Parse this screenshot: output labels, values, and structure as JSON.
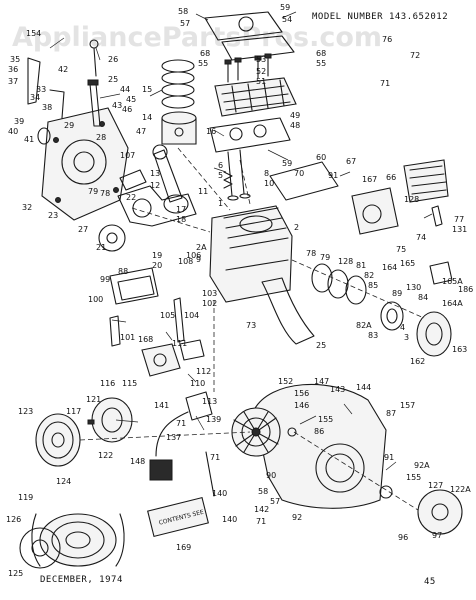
{
  "watermark": "AppliancePartsPros.com",
  "header": {
    "model_label": "MODEL NUMBER 143.652012"
  },
  "footer": {
    "date_label": "DECEMBER, 1974",
    "page_code": "45"
  },
  "decal_text": "CONTENTS SEE",
  "callouts": {
    "c59": "59",
    "c58": "58",
    "c57": "57",
    "c54": "54",
    "c26": "26",
    "c25": "25",
    "c154": "154",
    "c35": "35",
    "c36": "36",
    "c37": "37",
    "c33": "33",
    "c34": "34",
    "c42": "42",
    "c38": "38",
    "c40": "40",
    "c39": "39",
    "c41": "41",
    "c29": "29",
    "c32": "32",
    "c23": "23",
    "c27": "27",
    "c79": "79",
    "c78": "78",
    "c44": "44",
    "c45": "45",
    "c46": "46",
    "c43": "43",
    "c14": "14",
    "c47": "47",
    "c28": "28",
    "c107": "107",
    "c15": "15",
    "c16": "16",
    "c68": "68",
    "c55": "55",
    "c53": "53",
    "c52": "52",
    "c51": "51",
    "c49": "49",
    "c48": "48",
    "c68b": "68",
    "c55b": "55",
    "c72": "72",
    "c71": "71",
    "c76": "76",
    "c6": "6",
    "c5": "5",
    "c8": "8",
    "c10": "10",
    "c13": "13",
    "c12": "12",
    "c11": "11",
    "c22": "22",
    "c17": "17",
    "c18": "18",
    "c19": "19",
    "c20": "20",
    "c21": "21",
    "c1": "1",
    "c2": "2",
    "c2A": "2A",
    "c60": "60",
    "c59b": "59",
    "c70": "70",
    "c91": "91",
    "c67": "67",
    "c167": "167",
    "c66": "66",
    "c128": "128",
    "c77": "77",
    "c131": "131",
    "c74": "74",
    "c75": "75",
    "c164": "164",
    "c165": "165",
    "c130": "130",
    "c84": "84",
    "c89": "89",
    "c85": "85",
    "c82": "82",
    "c81": "81",
    "c73": "73",
    "c25b": "25",
    "c78b": "78",
    "c79b": "79",
    "c128b": "128",
    "c82A": "82A",
    "c83": "83",
    "c4": "4",
    "c3": "3",
    "c162": "162",
    "c163": "163",
    "c165A": "165A",
    "c164A": "164A",
    "c186": "186",
    "c99": "99",
    "c88": "88",
    "c100": "100",
    "c101": "101",
    "c108": "108",
    "c106": "106",
    "c9": "9",
    "c103": "103",
    "c102": "102",
    "c104": "104",
    "c105": "105",
    "c111": "111",
    "c168": "168",
    "c112": "112",
    "c110": "110",
    "c116": "116",
    "c115": "115",
    "c141": "141",
    "c113": "113",
    "c123": "123",
    "c117": "117",
    "c121": "121",
    "c122": "122",
    "c71b": "71",
    "c137": "137",
    "c139": "139",
    "c148": "148",
    "c71c": "71",
    "c140": "140",
    "c152": "152",
    "c147": "147",
    "c156": "156",
    "c146": "146",
    "c143": "143",
    "c144": "144",
    "c155": "155",
    "c87": "87",
    "c157": "157",
    "c86": "86",
    "c91b": "91",
    "c90": "90",
    "c92A": "92A",
    "c155b": "155",
    "c127": "127",
    "c122A": "122A",
    "c58b": "58",
    "c57b": "57",
    "c92": "92",
    "c96": "96",
    "c97": "97",
    "c119": "119",
    "c124": "124",
    "c126": "126",
    "c125": "125",
    "c169": "169",
    "c142": "142",
    "c71d": "71",
    "c140b": "140"
  }
}
